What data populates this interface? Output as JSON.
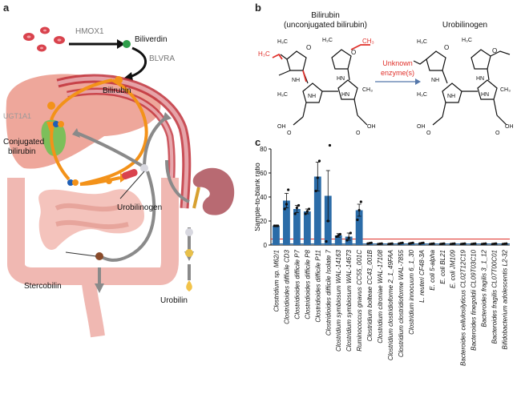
{
  "panels": {
    "a": "a",
    "b": "b",
    "c": "c"
  },
  "panel_a": {
    "hmox1": "HMOX1",
    "biliverdin": "Biliverdin",
    "blvra": "BLVRA",
    "bilirubin": "Bilirubin",
    "ugt1a1": "UGT1A1",
    "conjugated_line1": "Conjugated",
    "conjugated_line2": "bilirubin",
    "urobilinogen": "Urobilinogen",
    "stercobilin": "Stercobilin",
    "urobilin": "Urobilin"
  },
  "panel_b": {
    "left_title_line1": "Bilirubin",
    "left_title_line2": "(unconjugated bilirubin)",
    "right_title": "Urobilinogen",
    "enzyme_line1": "Unknown",
    "enzyme_line2": "enzyme(s)",
    "atoms": {
      "h3c": "H₃C",
      "ch3": "CH₃",
      "o": "O",
      "nh": "NH",
      "hn": "HN",
      "oh": "OH"
    }
  },
  "colors": {
    "highlight_red": "#e0302a",
    "bar_blue": "#2b6ca8",
    "bile_orange": "#f39219",
    "vessel_red": "#c0303a"
  },
  "chart_data": {
    "type": "bar",
    "ylabel": "Sample-to-blank ratio",
    "ylim": [
      0,
      80
    ],
    "yticks": [
      0,
      20,
      40,
      60,
      80
    ],
    "categories": [
      "Clostridium sp. M62/1",
      "Clostridioides difficile CD3",
      "Clostridioides difficile P7",
      "Clostridioides difficile P8",
      "Clostridioides difficile P11",
      "Clostridioides difficile Isolate 7",
      "Clostridium symbiosum WAL-14163",
      "Clostridium symbiosum WAL-14673",
      "Ruminococcus gnavus CC55_001C",
      "Clostridium bolteae CC43_001B",
      "Clostridium citroniae WAL-17108",
      "Clostridium clostridioforme 2_1_49FAA",
      "Clostridium clostridioforme WAL-7855",
      "Clostridium innocuum 6_1_30",
      "L. reuteri CF48-3A",
      "E. coli 5-alpha",
      "E. coli BL21",
      "E. coli JM109",
      "Bacteroides cellulosilyticus CL02T12C19",
      "Bacteroides finegoldii CL09T03C10",
      "Bacteroides fragilis 3_1_12",
      "Bacteroides fragilis CL07T00C01",
      "Bifidobacterium adolescentis L2-32"
    ],
    "values": [
      16,
      37,
      30,
      28,
      57,
      41,
      8,
      7,
      29,
      1.5,
      1,
      1,
      1.5,
      1.5,
      1.5,
      1,
      1,
      1,
      1,
      1,
      1,
      1,
      1
    ],
    "errors": [
      0.5,
      6,
      3,
      2,
      12,
      21,
      1.5,
      3,
      5,
      0.3,
      0.2,
      0.2,
      0.3,
      0.3,
      0.3,
      0.2,
      0.2,
      0.2,
      0.2,
      0.2,
      0.2,
      0.2,
      0.2
    ],
    "points": [
      [
        16,
        16,
        16
      ],
      [
        30,
        34,
        46
      ],
      [
        26,
        31,
        33
      ],
      [
        26,
        28,
        30
      ],
      [
        45,
        56,
        70
      ],
      [
        3,
        20,
        83
      ],
      [
        7,
        8,
        9
      ],
      [
        4,
        6,
        10
      ],
      [
        21,
        29,
        36
      ],
      [
        1.2,
        1.5,
        1.8
      ],
      [
        0.8,
        1,
        1.2
      ],
      [
        0.8,
        1,
        1.2
      ],
      [
        1.2,
        1.5,
        1.8
      ],
      [
        1.2,
        1.5,
        1.8
      ],
      [
        1.2,
        1.5,
        1.8
      ],
      [
        0.8,
        1,
        1.2
      ],
      [
        0.8,
        1,
        1.2
      ],
      [
        0.8,
        1,
        1.2
      ],
      [
        0.8,
        1,
        1.2
      ],
      [
        0.8,
        1,
        1.2
      ],
      [
        0.8,
        1,
        1.2
      ],
      [
        0.8,
        1,
        1.2
      ],
      [
        0.8,
        1,
        1.2
      ]
    ],
    "threshold_red": 5,
    "threshold_blue": 1,
    "grid": false
  }
}
